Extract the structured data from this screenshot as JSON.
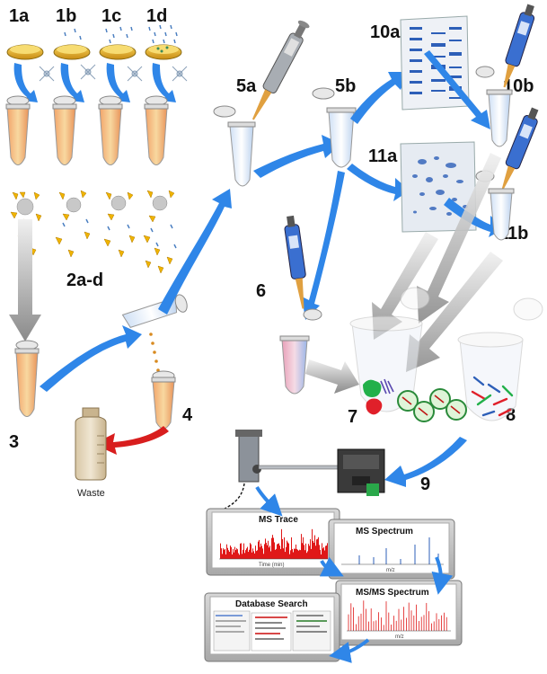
{
  "labels": {
    "step_1a": "1a",
    "step_1b": "1b",
    "step_1c": "1c",
    "step_1d": "1d",
    "step_2": "2a-d",
    "step_3": "3",
    "step_4": "4",
    "step_5a": "5a",
    "step_5b": "5b",
    "step_6": "6",
    "step_7": "7",
    "step_8": "8",
    "step_9": "9",
    "step_10a": "10a",
    "step_10b": "10b",
    "step_11a": "11a",
    "step_11b": "11b",
    "waste": "Waste"
  },
  "screens": {
    "ms_trace": {
      "title": "MS Trace",
      "xlabel": "Time (min)"
    },
    "ms_spectrum": {
      "title": "MS Spectrum",
      "xlabel": "m/z"
    },
    "msms_spectrum": {
      "title": "MS/MS Spectrum",
      "xlabel": "m/z"
    },
    "database_search": {
      "title": "Database Search"
    }
  },
  "colors": {
    "flow_arrow": "#2f86e8",
    "waste_arrow": "#d81e1e",
    "grey_arrow": "#a8a8a8",
    "trace_peaks": "#e01818",
    "bead_yellow": "#f0b400",
    "gel_blue": "#2d5fb8"
  }
}
